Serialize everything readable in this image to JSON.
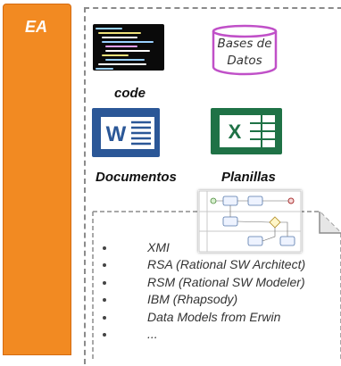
{
  "sidebar": {
    "label": "EA"
  },
  "sources": {
    "code_label": "code",
    "db_label_line1": "Bases de",
    "db_label_line2": "Datos",
    "documents_label": "Documentos",
    "spreadsheets_label": "Planillas",
    "word_letter": "W",
    "excel_letter": "X"
  },
  "models": {
    "items": [
      "XMI",
      "RSA (Rational SW Architect)",
      "RSM (Rational SW Modeler)",
      "IBM (Rhapsody)",
      "Data Models from Erwin",
      "..."
    ]
  },
  "colors": {
    "ea_orange": "#f28a22",
    "db_purple": "#c050c8",
    "word_blue": "#2b5797",
    "excel_green": "#1f7246"
  }
}
